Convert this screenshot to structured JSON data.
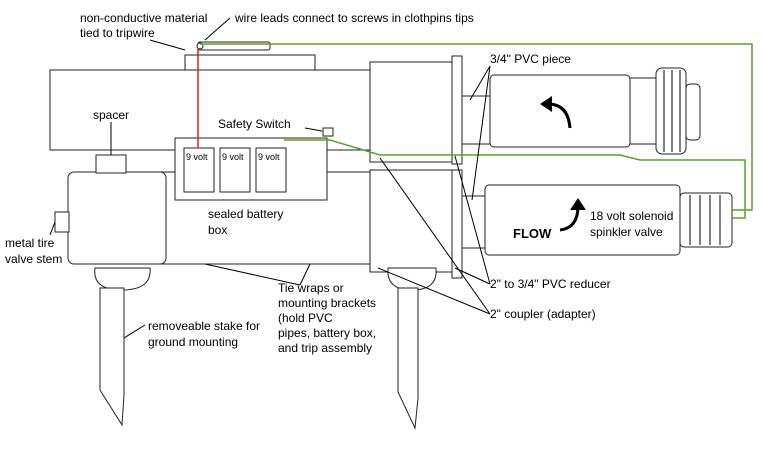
{
  "colors": {
    "red_wire": "#e02020",
    "green_wire": "#5aa02c",
    "outline": "#222222"
  },
  "labels": {
    "non_conductive_1": "non-conductive material",
    "non_conductive_2": "tied to tripwire",
    "wire_leads": "wire leads connect to screws in clothpins tips",
    "pvc_piece": "3/4\" PVC piece",
    "spacer": "spacer",
    "safety_switch": "Safety Switch",
    "battery_1": "9 volt",
    "battery_2": "9 volt",
    "battery_3": "9 volt",
    "sealed_battery_1": "sealed battery",
    "sealed_battery_2": "box",
    "solenoid_1": "18 volt solenoid",
    "solenoid_2": "spinkler valve",
    "flow": "FLOW",
    "valve_stem_1": "metal tire",
    "valve_stem_2": "valve stem",
    "reducer": "2\" to 3/4\" PVC reducer",
    "tie_wraps_1": "Tie wraps or",
    "tie_wraps_2": "mounting brackets",
    "tie_wraps_3": "(hold PVC",
    "tie_wraps_4": "pipes, battery box,",
    "tie_wraps_5": "and trip assembly",
    "coupler": "2\" coupler (adapter)",
    "stake_1": "removeable stake for",
    "stake_2": "ground mounting"
  }
}
